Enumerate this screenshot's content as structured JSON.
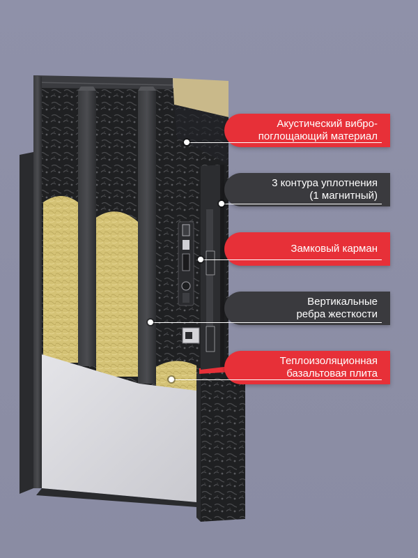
{
  "colors": {
    "background": "#8c8ea6",
    "accent_red": "#e73038",
    "dark_label": "#3a3a3e",
    "frame": "#2f3033",
    "insulation": "#d6c377",
    "panel": "#d9d9de"
  },
  "callouts": [
    {
      "id": "acoustic",
      "style": "red",
      "lines": [
        "Акустический вибро-",
        "поглощающий материал"
      ]
    },
    {
      "id": "seal",
      "style": "dark",
      "lines": [
        "3 контура уплотнения",
        "(1 магнитный)"
      ]
    },
    {
      "id": "lock",
      "style": "red",
      "lines": [
        "Замковый карман"
      ]
    },
    {
      "id": "ribs",
      "style": "dark",
      "lines": [
        "Вертикальные",
        "ребра жесткости"
      ]
    },
    {
      "id": "insulation",
      "style": "red",
      "lines": [
        "Теплоизоляционная",
        "базальтовая плита"
      ]
    }
  ]
}
